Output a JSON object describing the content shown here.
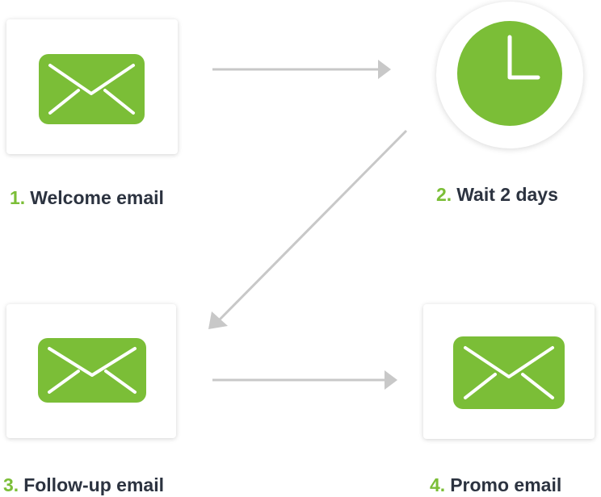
{
  "colors": {
    "accent": "#7bbe37",
    "text": "#2c3340",
    "arrow": "#c8c8c8"
  },
  "steps": [
    {
      "number": "1.",
      "label": "Welcome email",
      "icon": "envelope-icon"
    },
    {
      "number": "2.",
      "label": "Wait 2 days",
      "icon": "clock-icon"
    },
    {
      "number": "3.",
      "label": "Follow-up email",
      "icon": "envelope-icon"
    },
    {
      "number": "4.",
      "label": "Promo email",
      "icon": "envelope-icon"
    }
  ]
}
